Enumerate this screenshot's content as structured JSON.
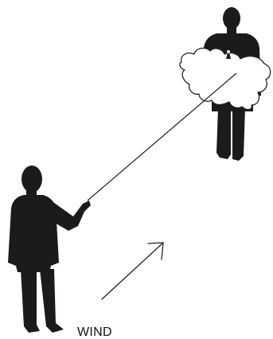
{
  "diagram": {
    "wind_label": "WIND",
    "colors": {
      "figure": "#1c1a1b",
      "line": "#222222",
      "kite_fill": "#ffffff",
      "kite_stroke": "#222222",
      "background": "#ffffff"
    },
    "icons": {
      "person_launcher": "person-silhouette",
      "person_holder": "person-silhouette",
      "kite": "kite-outline",
      "wind_arrow": "arrow-up-right"
    }
  }
}
